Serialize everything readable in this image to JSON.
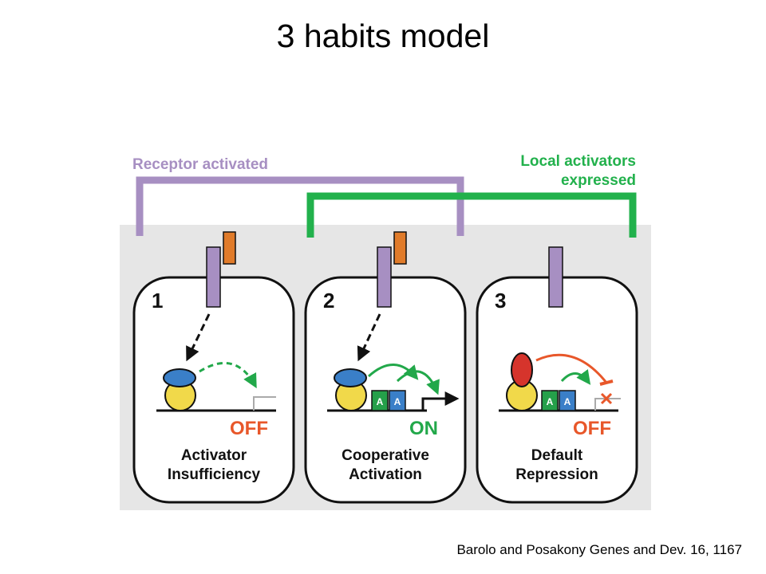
{
  "title": "3 habits model",
  "citation": "Barolo and Posakony Genes and Dev. 16, 1167",
  "figure": {
    "receptor_label": "Receptor activated",
    "local_label_line1": "Local activators",
    "local_label_line2": "expressed",
    "colors": {
      "receptor": "#a78fc2",
      "local": "#22b14c",
      "background": "#e6e6e6",
      "off": "#e8572a",
      "on": "#22a84a",
      "ligand": "#e07b2a",
      "blue": "#3a7fc8",
      "yellow": "#f1d94a",
      "red": "#d6342c",
      "green_box": "#25a04a"
    },
    "panels": [
      {
        "number": "1",
        "state": "OFF",
        "label_line1": "Activator",
        "label_line2": "Insufficiency"
      },
      {
        "number": "2",
        "state": "ON",
        "label_line1": "Cooperative",
        "label_line2": "Activation"
      },
      {
        "number": "3",
        "state": "OFF",
        "label_line1": "Default",
        "label_line2": "Repression"
      }
    ],
    "box_letter": "A"
  }
}
